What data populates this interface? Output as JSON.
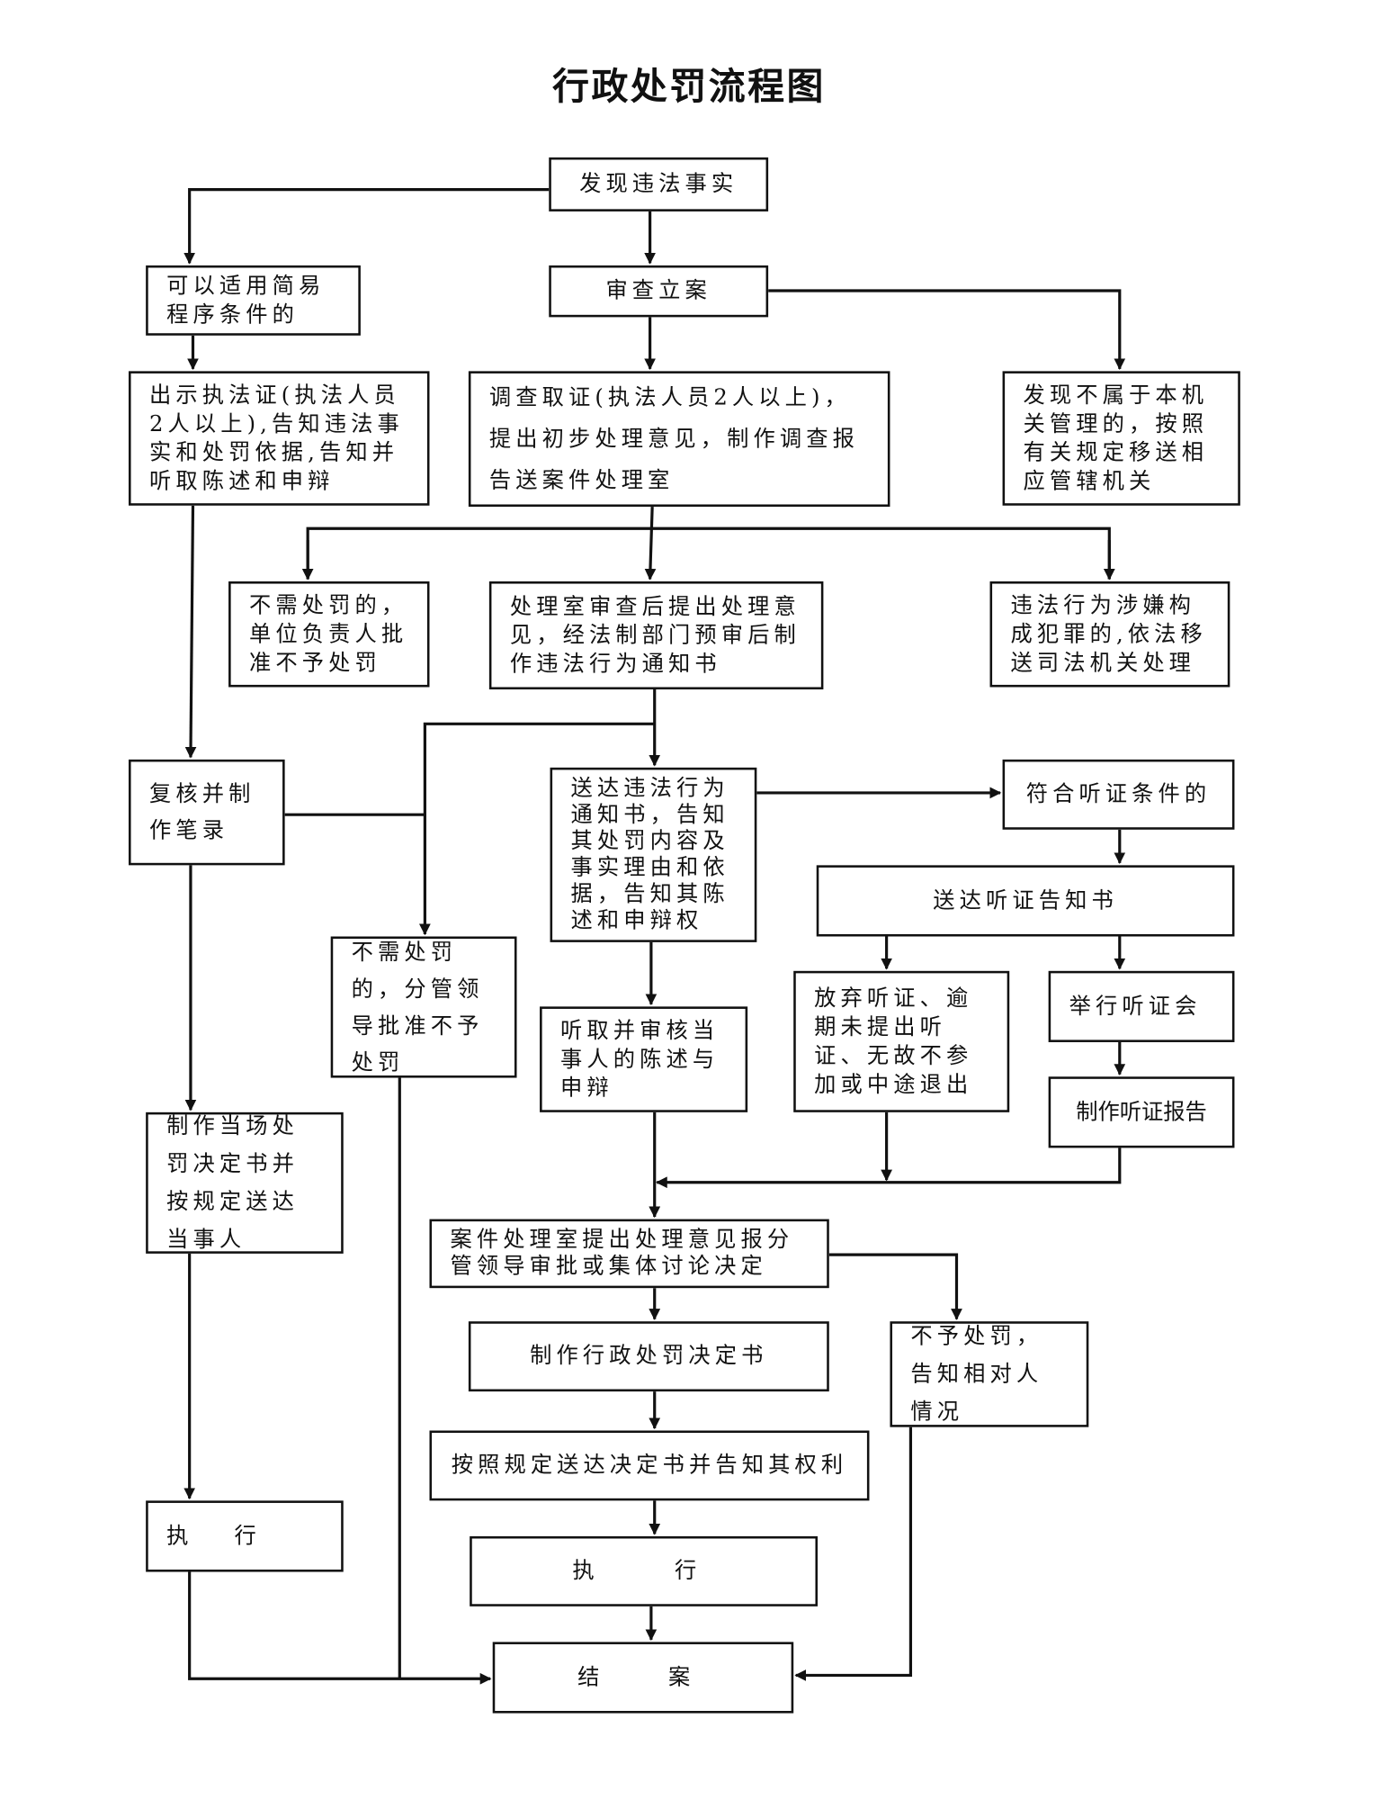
{
  "title": "行政处罚流程图",
  "nodes": {
    "discover": "发现违法事实",
    "simple": "可以适用简易程序条件的",
    "review": "审查立案",
    "show_cert": "出示执法证(执法人员2人以上),告知违法事实和处罚依据,告知并听取陈述和申辩",
    "investigate": "调查取证(执法人员2人以上)，提出初步处理意见，制作调查报告送案件处理室",
    "transfer": "发现不属于本机关管理的，按照有关规定移送相应管辖机关",
    "no_penalty_unit": "不需处罚的，单位负责人批准不予处罚",
    "office_review": "处理室审查后提出处理意见，经法制部门预审后制作违法行为通知书",
    "crime": "违法行为涉嫌构成犯罪的,依法移送司法机关处理",
    "recheck": "复核并制作笔录",
    "notify": "送达违法行为通知书，告知其处罚内容及事实理由和依据，告知其陈述和申辩权",
    "hearing_cond": "符合听证条件的",
    "hearing_notice": "送达听证告知书",
    "no_penalty_leader": "不需处罚的，分管领导批准不予处罚",
    "listen": "听取并审核当事人的陈述与申辩",
    "waive": "放弃听证、逾期未提出听证、无故不参加或中途退出",
    "hold_hearing": "举行听证会",
    "hearing_report": "制作听证报告",
    "onsite_decision": "制作当场处罚决定书并按规定送达当事人",
    "propose": "案件处理室提出处理意见报分管领导审批或集体讨论决定",
    "make_decision": "制作行政处罚决定书",
    "no_penalty_inform": "不予处罚，告知相对人情况",
    "deliver": "按照规定送达决定书并告知其权利",
    "execute_left": "执行",
    "execute_center": "执行",
    "close": "结案"
  }
}
